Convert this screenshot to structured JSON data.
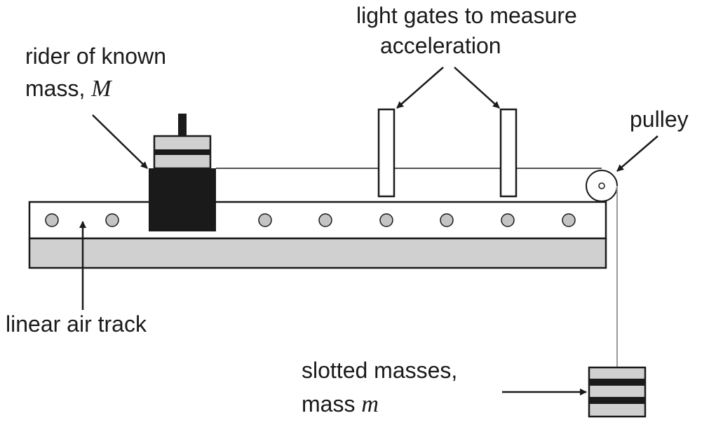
{
  "labels": {
    "light_gates_line1": "light gates to measure",
    "light_gates_line2": "acceleration",
    "rider_line1": "rider of known",
    "rider_line2_prefix": "mass, ",
    "rider_symbol": "M",
    "pulley": "pulley",
    "air_track": "linear air track",
    "masses_line1": "slotted masses,",
    "masses_line2_prefix": "mass ",
    "masses_symbol": "m"
  },
  "colors": {
    "ink": "#1a1a1a",
    "track_base": "#d0d0d0",
    "track_holes": "#c4c4c4",
    "string_to_mass": "#9a9a9a"
  }
}
